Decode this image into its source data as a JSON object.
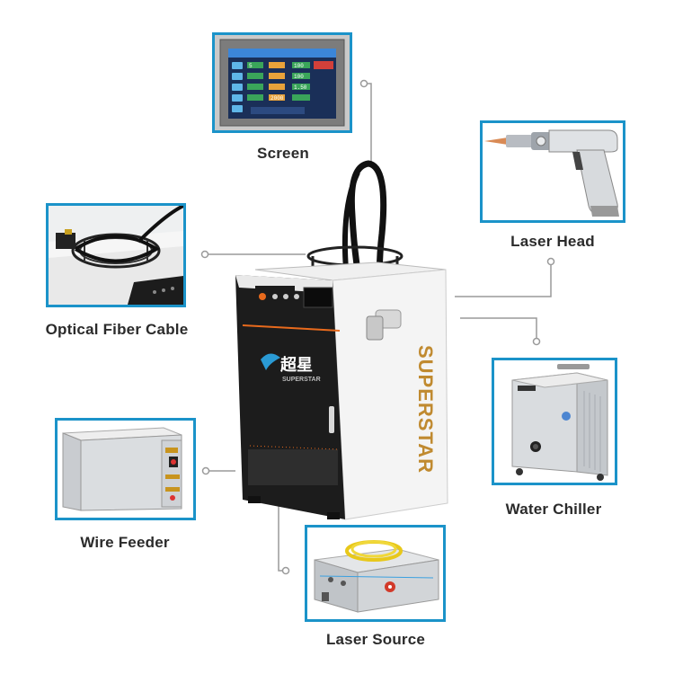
{
  "components": [
    {
      "id": "screen",
      "label": "Screen"
    },
    {
      "id": "laser-head",
      "label": "Laser Head"
    },
    {
      "id": "optical-fiber-cable",
      "label": "Optical Fiber Cable"
    },
    {
      "id": "water-chiller",
      "label": "Water Chiller"
    },
    {
      "id": "wire-feeder",
      "label": "Wire Feeder"
    },
    {
      "id": "laser-source",
      "label": "Laser Source"
    }
  ],
  "machine": {
    "brand_side": "SUPERSTAR",
    "brand_front": "SUPERSTAR",
    "brand_front_cn": "超星"
  },
  "screen_panel": {
    "values": [
      "5",
      "100",
      "100",
      "1.50",
      "2000"
    ]
  },
  "colors": {
    "frame": "#1b93c9",
    "connector": "#9a9a9a",
    "machine_body": "#f4f4f4",
    "machine_dark": "#1c1c1c",
    "accent_orange": "#e86a1c"
  }
}
